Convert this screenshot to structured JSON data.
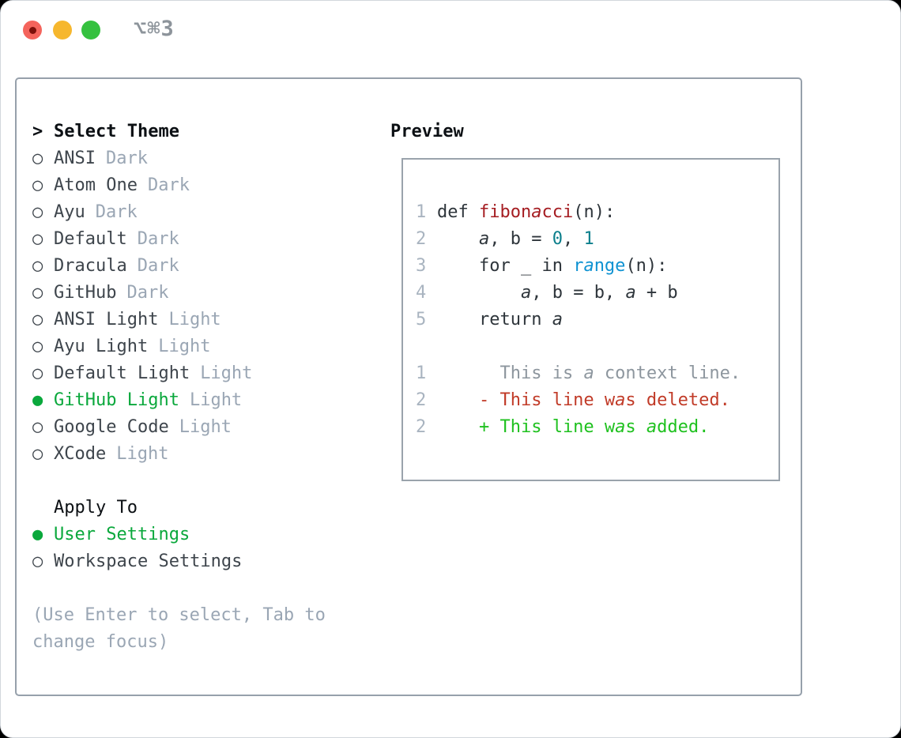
{
  "window": {
    "shortcut": "⌥⌘3",
    "traffic_lights": [
      {
        "name": "close-button",
        "color_key": "traffic_red"
      },
      {
        "name": "minimize-button",
        "color_key": "traffic_yellow"
      },
      {
        "name": "zoom-button",
        "color_key": "traffic_green"
      }
    ]
  },
  "selector": {
    "prompt": ">",
    "title": "Select Theme",
    "radio_unselected": "○",
    "radio_selected": "●",
    "items": [
      {
        "name": "ANSI",
        "variant": "Dark",
        "selected": false
      },
      {
        "name": "Atom One",
        "variant": "Dark",
        "selected": false
      },
      {
        "name": "Ayu",
        "variant": "Dark",
        "selected": false
      },
      {
        "name": "Default",
        "variant": "Dark",
        "selected": false
      },
      {
        "name": "Dracula",
        "variant": "Dark",
        "selected": false
      },
      {
        "name": "GitHub",
        "variant": "Dark",
        "selected": false
      },
      {
        "name": "ANSI Light",
        "variant": "Light",
        "selected": false
      },
      {
        "name": "Ayu Light",
        "variant": "Light",
        "selected": false
      },
      {
        "name": "Default Light",
        "variant": "Light",
        "selected": false
      },
      {
        "name": "GitHub Light",
        "variant": "Light",
        "selected": true
      },
      {
        "name": "Google Code",
        "variant": "Light",
        "selected": false
      },
      {
        "name": "XCode",
        "variant": "Light",
        "selected": false
      }
    ],
    "apply_to": {
      "title": "Apply To",
      "options": [
        {
          "label": "User Settings",
          "selected": true
        },
        {
          "label": "Workspace Settings",
          "selected": false
        }
      ]
    },
    "hint": "(Use Enter to select, Tab to change focus)"
  },
  "preview": {
    "title": "Preview",
    "lines": [
      {
        "num": "1",
        "spans": [
          {
            "t": "def ",
            "c": "code"
          },
          {
            "t": "fibonacci",
            "c": "func"
          },
          {
            "t": "(n):",
            "c": "code"
          }
        ]
      },
      {
        "num": "2",
        "spans": [
          {
            "t": "    a, b = ",
            "c": "code"
          },
          {
            "t": "0",
            "c": "num"
          },
          {
            "t": ", ",
            "c": "code"
          },
          {
            "t": "1",
            "c": "num"
          }
        ]
      },
      {
        "num": "3",
        "spans": [
          {
            "t": "    for _ in ",
            "c": "code"
          },
          {
            "t": "range",
            "c": "builtin"
          },
          {
            "t": "(n):",
            "c": "code"
          }
        ]
      },
      {
        "num": "4",
        "spans": [
          {
            "t": "        a, b = b, a + b",
            "c": "code"
          }
        ]
      },
      {
        "num": "5",
        "spans": [
          {
            "t": "    return a",
            "c": "code"
          }
        ]
      },
      {
        "num": "",
        "spans": []
      },
      {
        "num": "1",
        "spans": [
          {
            "t": "      This is a context line.",
            "c": "context"
          }
        ]
      },
      {
        "num": "2",
        "spans": [
          {
            "t": "    - This line was deleted.",
            "c": "deleted"
          }
        ]
      },
      {
        "num": "2",
        "spans": [
          {
            "t": "    + This line was added.",
            "c": "added"
          }
        ]
      }
    ]
  },
  "colors": {
    "accent_green": "#0aa83c",
    "added_green": "#1fc11f",
    "deleted_red": "#c13b28",
    "context_gray": "#8d969e",
    "func_red": "#a51d22",
    "number_teal": "#0c7f8c",
    "builtin_blue": "#0e92d2",
    "code_fg": "#2e353b",
    "header_fg": "#0c1014",
    "item_fg": "#3e454c",
    "muted_gray": "#9aa6b4",
    "line_number": "#a9b4c0",
    "panel_border": "#96a0ab",
    "preview_border": "#9aa3ac",
    "shortcut_gray": "#8d949b",
    "traffic_red": "#f4645c",
    "traffic_red_dot": "#7c100a",
    "traffic_yellow": "#f6b72e",
    "traffic_green": "#35c13f"
  }
}
